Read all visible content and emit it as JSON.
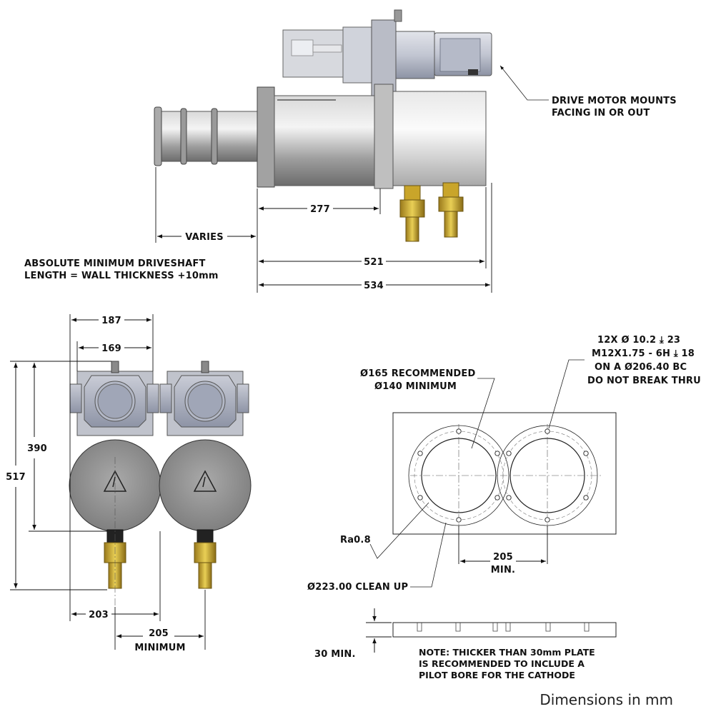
{
  "side_view": {
    "motor_note": [
      "DRIVE MOTOR MOUNTS",
      "FACING IN OR OUT"
    ],
    "dims": {
      "d277": "277",
      "varies": "VARIES",
      "d521": "521",
      "d534": "534"
    },
    "shaft_note": [
      "ABSOLUTE MINIMUM DRIVESHAFT",
      "LENGTH = WALL THICKNESS +10mm"
    ]
  },
  "front_view": {
    "dims": {
      "d187": "187",
      "d169": "169",
      "d390": "390",
      "d517": "517",
      "d203": "203",
      "d205": "205",
      "d205_note": "MINIMUM"
    }
  },
  "plate_view": {
    "recommend_note": [
      "Ø165 RECOMMENDED",
      "Ø140 MINIMUM"
    ],
    "hole_note": [
      "12X Ø 10.2 ⤓ 23",
      "M12X1.75 - 6H ⤓ 18",
      "ON A Ø206.40 BC",
      "DO NOT BREAK THRU"
    ],
    "ra": "Ra0.8",
    "cleanup": "Ø223.00 CLEAN UP",
    "d205": "205",
    "d205_note": "MIN.",
    "thickness": "30 MIN.",
    "plate_note": [
      "NOTE: THICKER THAN 30mm PLATE",
      "IS RECOMMENDED TO INCLUDE A",
      "PILOT BORE FOR THE CATHODE"
    ]
  },
  "units": "Dimensions in mm"
}
